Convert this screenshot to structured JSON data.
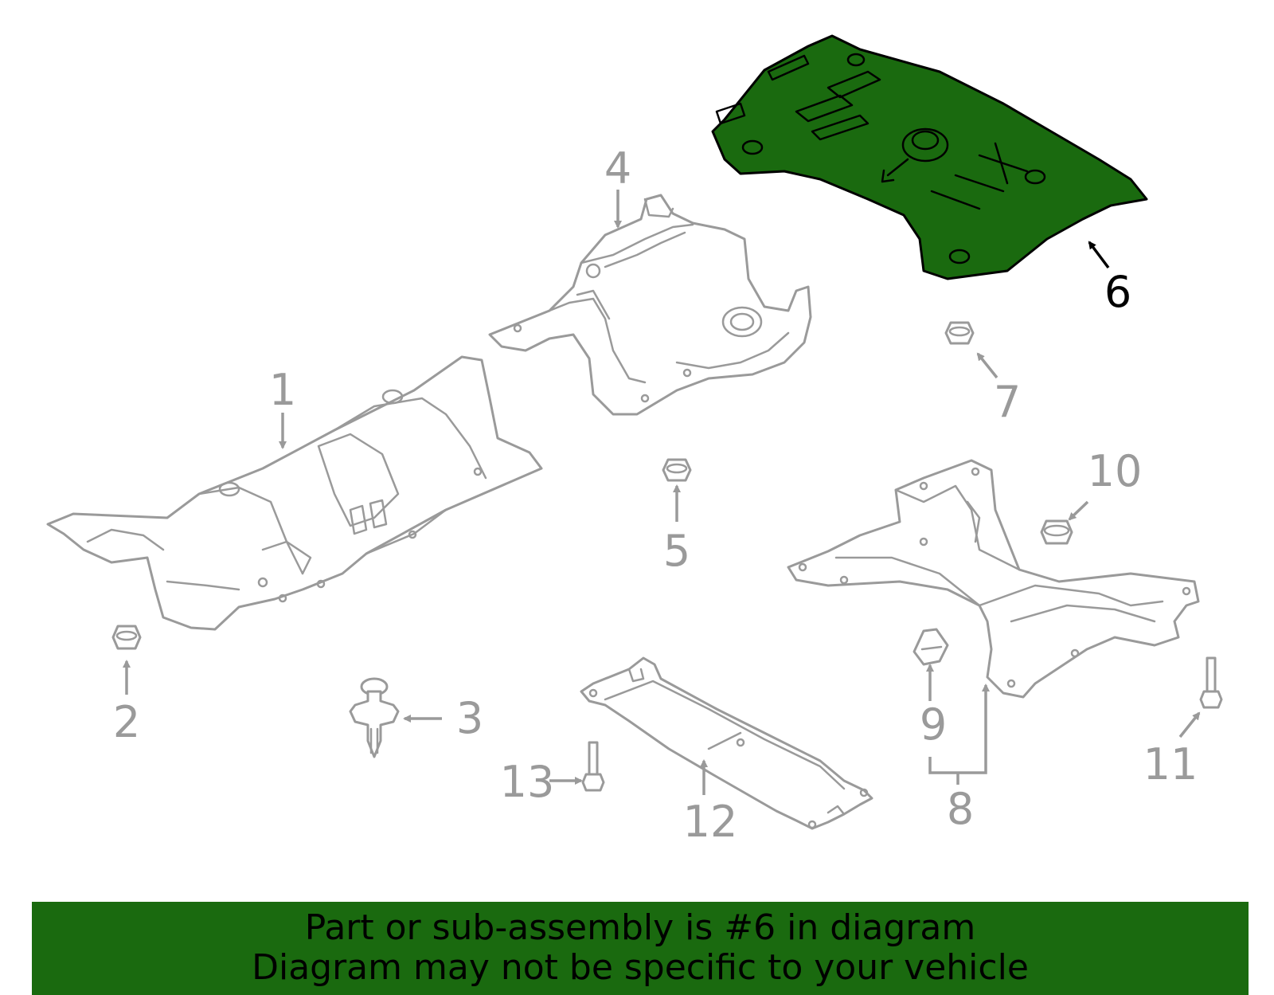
{
  "colors": {
    "highlight_fill": "#1a6a0f",
    "line_gray": "#9a9a9a",
    "highlight_outline": "#000000",
    "banner_background": "#1a6a0f"
  },
  "diagram": {
    "highlighted_part": "6",
    "callouts": [
      "1",
      "2",
      "3",
      "4",
      "5",
      "6",
      "7",
      "8",
      "9",
      "10",
      "11",
      "12",
      "13"
    ]
  },
  "banner": {
    "line1": "Part or sub-assembly is #6 in diagram",
    "line2": "Diagram may not be specific to your vehicle"
  }
}
